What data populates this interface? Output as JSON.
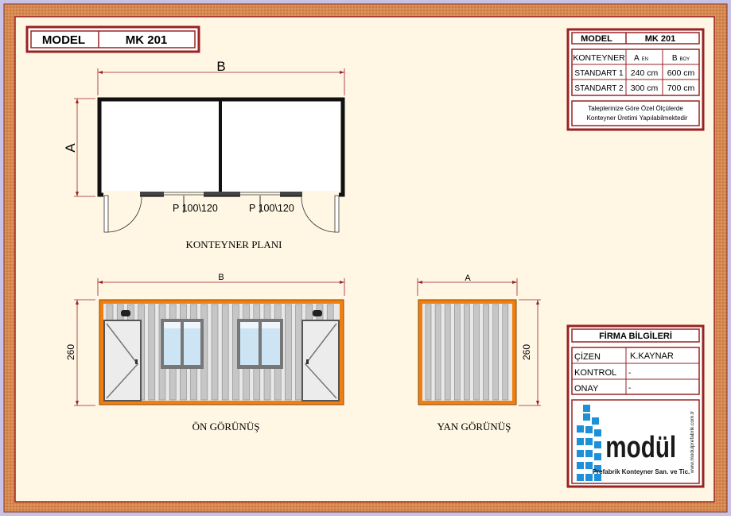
{
  "model_box": {
    "label": "MODEL",
    "value": "MK 201"
  },
  "spec_box": {
    "model_label": "MODEL",
    "model_value": "MK 201",
    "header": {
      "col0": "KONTEYNER",
      "colA": "A",
      "colA_sub": "EN",
      "colB": "B",
      "colB_sub": "BOY"
    },
    "rows": [
      {
        "name": "STANDART 1",
        "a": "240 cm",
        "b": "600 cm"
      },
      {
        "name": "STANDART 2",
        "a": "300 cm",
        "b": "700 cm"
      }
    ],
    "note_line1": "Taleplerinize Göre Özel Ölçülerde",
    "note_line2": "Konteyner Üretimi Yapılabilmektedir"
  },
  "plan": {
    "dim_b": "B",
    "dim_a": "A",
    "window1": "P 100\\120",
    "window2": "P 100\\120",
    "title": "KONTEYNER PLANI"
  },
  "front": {
    "dim_b": "B",
    "dim_h": "260",
    "title": "ÖN  GÖRÜNÜŞ"
  },
  "side": {
    "dim_a": "A",
    "dim_h": "260",
    "title": "YAN  GÖRÜNÜŞ"
  },
  "firm": {
    "title": "FİRMA BİLGİLERİ",
    "rows": [
      {
        "label": "ÇİZEN",
        "value": "K.KAYNAR"
      },
      {
        "label": "KONTROL",
        "value": "-"
      },
      {
        "label": "ONAY",
        "value": "-"
      }
    ]
  },
  "logo": {
    "brand": "modül",
    "tagline": "Prefabrik Konteyner San. ve Tic.",
    "website": "www.modulprefabrik.com.tr"
  },
  "colors": {
    "frame": "#d8804a",
    "outline": "#9a2222",
    "page": "#fff7e4",
    "container": "#f07f10",
    "panel": "#c8c8c8",
    "glass": "#cde4f4",
    "logo": "#1e90d8"
  }
}
